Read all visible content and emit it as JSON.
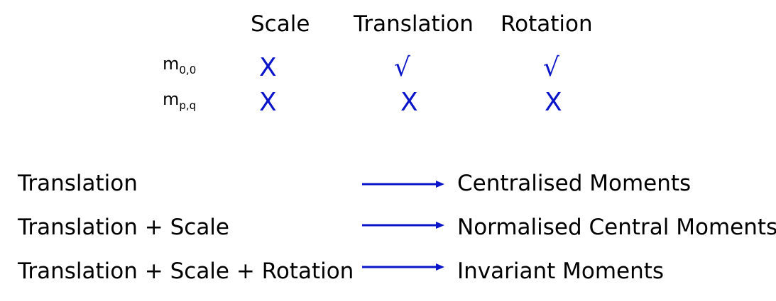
{
  "colors": {
    "mark": "#0a14c8",
    "arrow": "#0a14c8",
    "text": "#000000"
  },
  "table": {
    "columns": [
      "Scale",
      "Translation",
      "Rotation"
    ],
    "rows": [
      {
        "base": "m",
        "sub": "0,0",
        "marks": [
          "X",
          "√",
          "√"
        ]
      },
      {
        "base": "m",
        "sub": "p,q",
        "marks": [
          "X",
          "X",
          "X"
        ]
      }
    ]
  },
  "mappings": [
    {
      "from": "Translation",
      "to": "Centralised Moments"
    },
    {
      "from": "Translation + Scale",
      "to": "Normalised Central Moments"
    },
    {
      "from": "Translation + Scale + Rotation",
      "to": "Invariant Moments"
    }
  ]
}
